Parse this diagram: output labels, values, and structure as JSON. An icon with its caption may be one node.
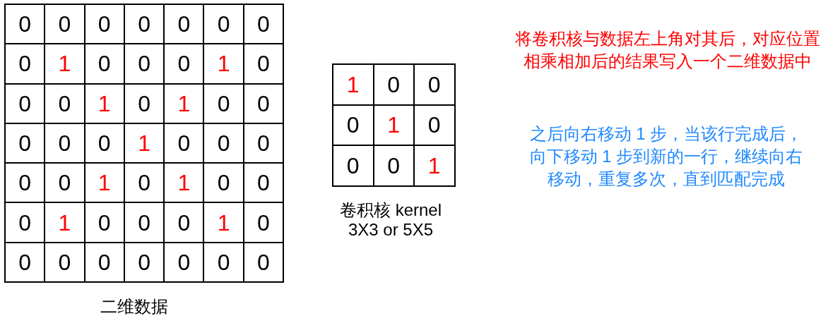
{
  "diagram": {
    "labels": [
      "0",
      "0",
      "0",
      "0",
      "0",
      "0",
      "0",
      "0",
      "1",
      "0",
      "0",
      "0",
      "1",
      "0",
      "0",
      "0",
      "1",
      "0",
      "1",
      "0",
      "0",
      "0",
      "0",
      "0",
      "1",
      "0",
      "0",
      "0",
      "0",
      "0",
      "1",
      "0",
      "1",
      "0",
      "0",
      "0",
      "1",
      "0",
      "0",
      "0",
      "1",
      "0",
      "0",
      "0",
      "0",
      "0",
      "0",
      "0",
      "0",
      "二维数据",
      "1",
      "0",
      "0",
      "0",
      "1",
      "0",
      "0",
      "0",
      "1",
      "卷积核 kernel 3X3 or 5X5",
      "将卷积核与数据左上角对其后，对应位置相乘相加后的结果写入一个二维数据中",
      "之后向右移动 1 步，当该行完成后，向下移动 1 步到新的一行，继续向右移动，重复多次，直到匹配完成"
    ]
  }
}
